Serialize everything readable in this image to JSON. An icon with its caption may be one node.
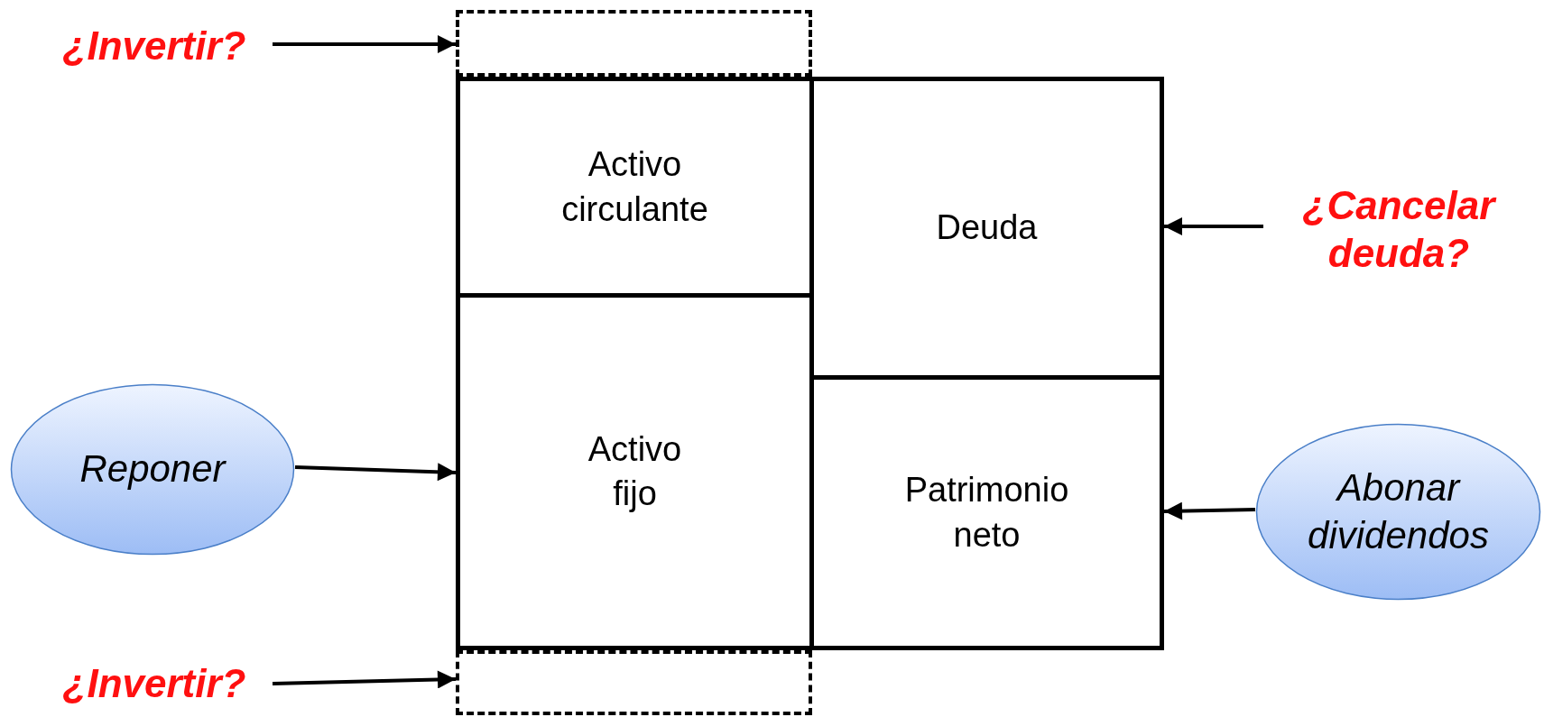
{
  "diagram": {
    "nodes": [
      {
        "text": [
          "¿Invertir?"
        ]
      },
      {
        "text": [],
        "shape": "box"
      },
      {
        "text": [
          "Activo circulante"
        ]
      },
      {
        "text": [
          "Deuda"
        ]
      },
      {
        "text": [
          "¿Cancelar deuda?"
        ]
      },
      {
        "text": [
          "Reponer"
        ]
      },
      {
        "text": [
          "Activo fijo"
        ]
      },
      {
        "text": [
          "Patrimonio neto"
        ]
      },
      {
        "text": [
          "Abonar dividendos"
        ]
      },
      {
        "text": [
          "¿Invertir?"
        ]
      },
      {
        "text": [],
        "shape": "box"
      }
    ],
    "edges": [
      {
        "from": 0,
        "to": 1,
        "arrow": "to"
      },
      {
        "from": 4,
        "to": 3,
        "arrow": "to"
      },
      {
        "from": 5,
        "to": 6,
        "arrow": "to"
      },
      {
        "from": 8,
        "to": 7,
        "arrow": "to"
      },
      {
        "from": 9,
        "to": 10,
        "arrow": "to"
      }
    ]
  }
}
